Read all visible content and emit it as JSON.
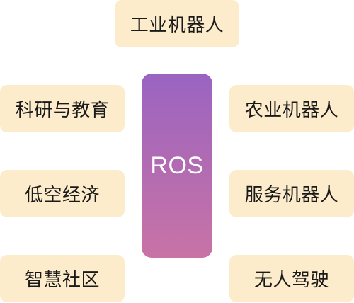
{
  "center": {
    "label": "ROS"
  },
  "nodes": {
    "top": "工业机器人",
    "left": [
      "科研与教育",
      "低空经济",
      "智慧社区"
    ],
    "right": [
      "农业机器人",
      "服务机器人",
      "无人驾驶"
    ]
  },
  "colors": {
    "node_fill": "#fdeccc",
    "node_text": "#1a1a1a",
    "hub_gradient_top": "#9a64c2",
    "hub_gradient_bottom": "#c873a6",
    "hub_text": "#ffffff"
  }
}
